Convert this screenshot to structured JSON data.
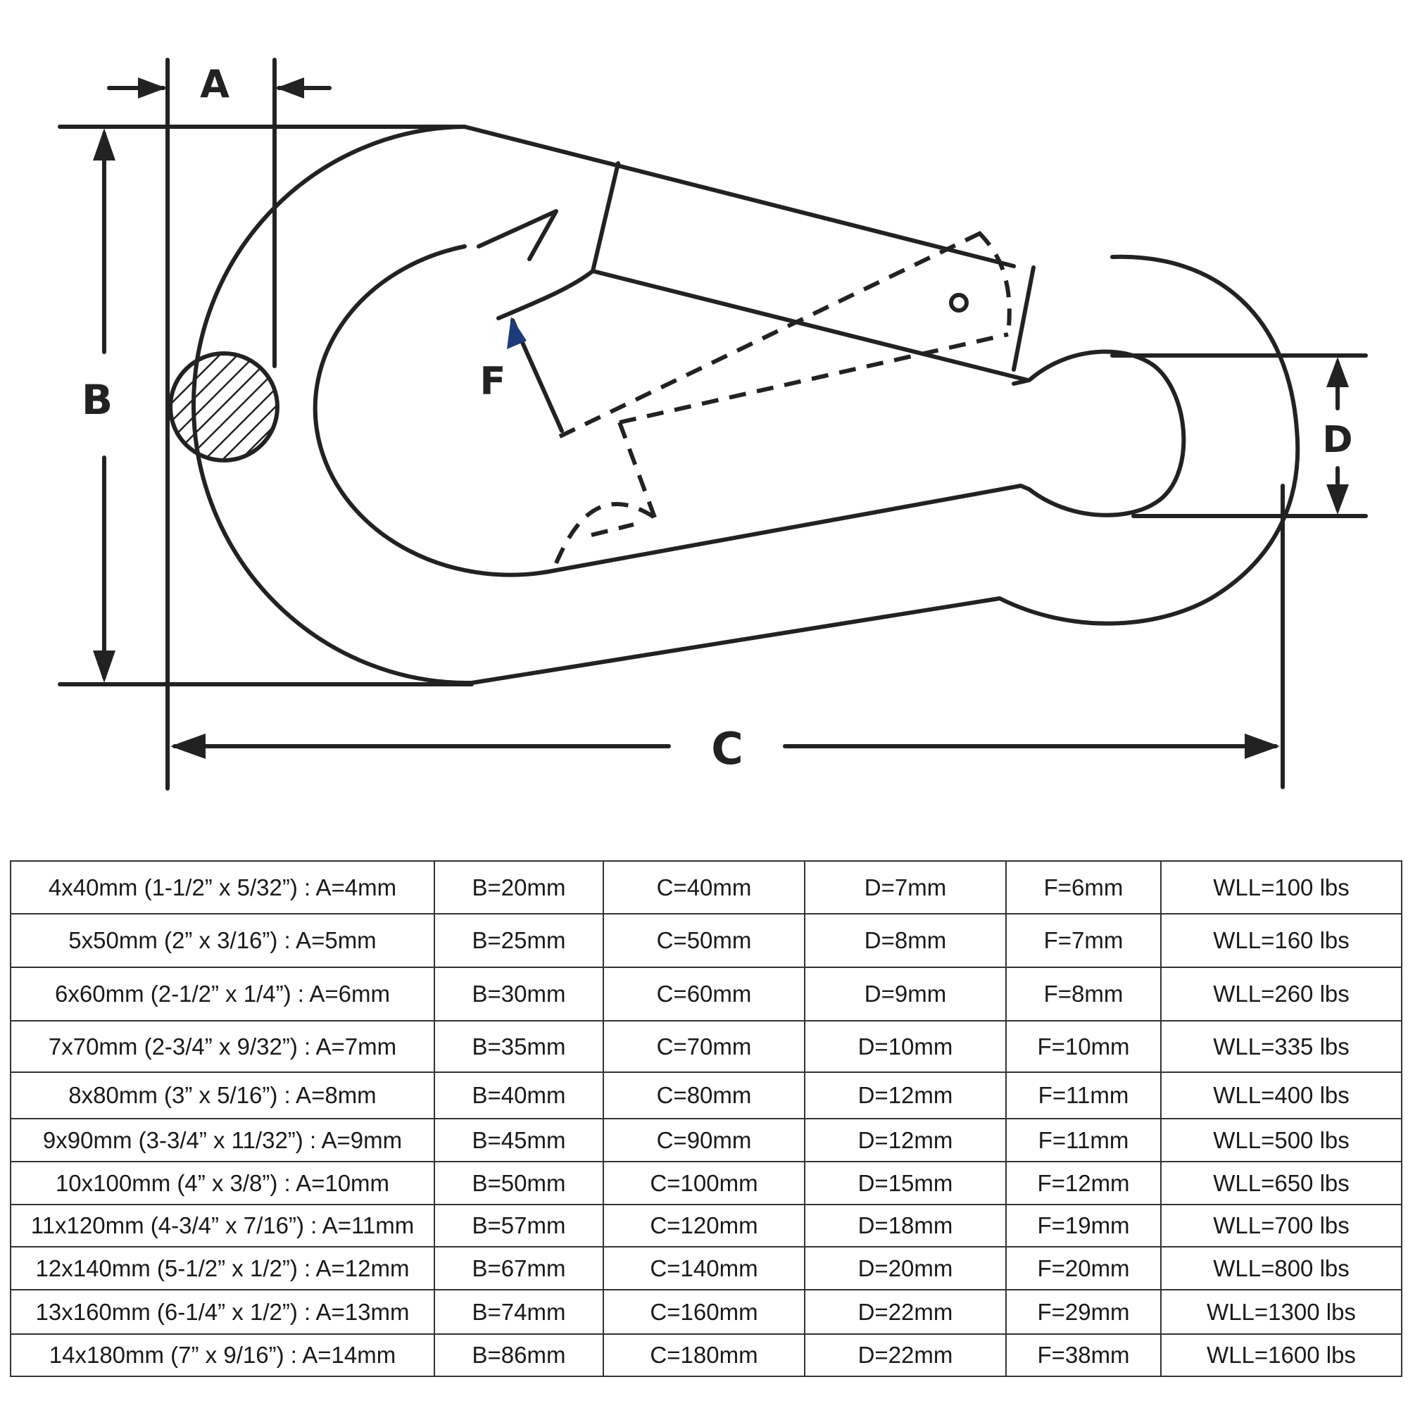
{
  "diagram": {
    "labels": {
      "a": "A",
      "b": "B",
      "c": "C",
      "d": "D",
      "f": "F"
    }
  },
  "table": {
    "rows": [
      [
        "4x40mm (1-1/2” x 5/32”) : A=4mm",
        "B=20mm",
        "C=40mm",
        "D=7mm",
        "F=6mm",
        "WLL=100 lbs"
      ],
      [
        "5x50mm (2” x 3/16”) : A=5mm",
        "B=25mm",
        "C=50mm",
        "D=8mm",
        "F=7mm",
        "WLL=160 lbs"
      ],
      [
        "6x60mm (2-1/2” x 1/4”) : A=6mm",
        "B=30mm",
        "C=60mm",
        "D=9mm",
        "F=8mm",
        "WLL=260 lbs"
      ],
      [
        "7x70mm (2-3/4” x 9/32”) : A=7mm",
        "B=35mm",
        "C=70mm",
        "D=10mm",
        "F=10mm",
        "WLL=335 lbs"
      ],
      [
        "8x80mm (3” x 5/16”) : A=8mm",
        "B=40mm",
        "C=80mm",
        "D=12mm",
        "F=11mm",
        "WLL=400 lbs"
      ],
      [
        "9x90mm (3-3/4” x 11/32”) : A=9mm",
        "B=45mm",
        "C=90mm",
        "D=12mm",
        "F=11mm",
        "WLL=500 lbs"
      ],
      [
        "10x100mm (4” x 3/8”) : A=10mm",
        "B=50mm",
        "C=100mm",
        "D=15mm",
        "F=12mm",
        "WLL=650 lbs"
      ],
      [
        "11x120mm (4-3/4” x 7/16”) : A=11mm",
        "B=57mm",
        "C=120mm",
        "D=18mm",
        "F=19mm",
        "WLL=700 lbs"
      ],
      [
        "12x140mm (5-1/2” x 1/2”) : A=12mm",
        "B=67mm",
        "C=140mm",
        "D=20mm",
        "F=20mm",
        "WLL=800 lbs"
      ],
      [
        "13x160mm (6-1/4” x 1/2”) : A=13mm",
        "B=74mm",
        "C=160mm",
        "D=22mm",
        "F=29mm",
        "WLL=1300 lbs"
      ],
      [
        "14x180mm (7” x 9/16”) : A=14mm",
        "B=86mm",
        "C=180mm",
        "D=22mm",
        "F=38mm",
        "WLL=1600 lbs"
      ]
    ]
  }
}
